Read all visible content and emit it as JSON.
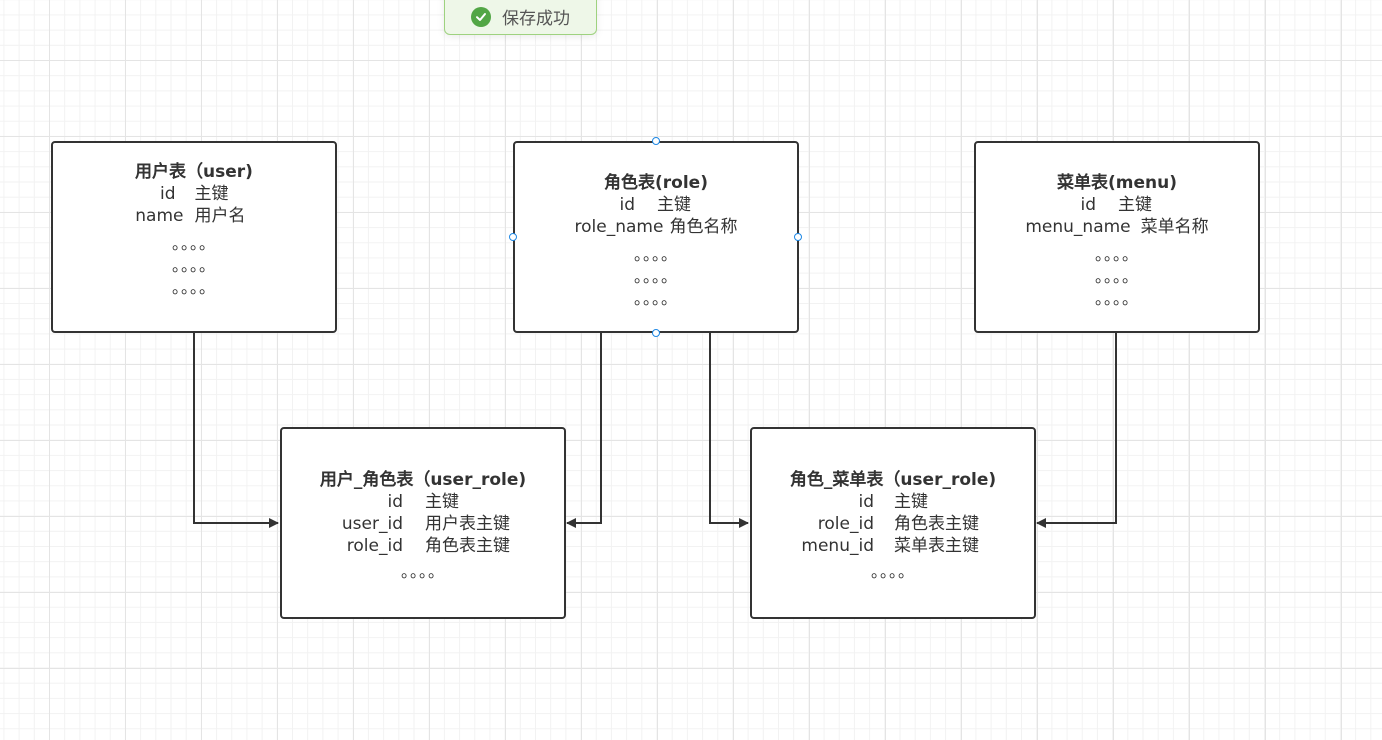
{
  "toast": {
    "message": "保存成功",
    "icon": "check-circle-icon",
    "color": "#52a645"
  },
  "entities": {
    "user": {
      "title": "用户表（user)",
      "rows": [
        {
          "field": "id",
          "desc": "主键"
        },
        {
          "field": "name",
          "desc": "用户名"
        }
      ],
      "ellipses": [
        "。。。。",
        "。。。。",
        "。。。。"
      ]
    },
    "role": {
      "title": "角色表(role)",
      "rows": [
        {
          "field": "id",
          "desc": "主键"
        },
        {
          "field": "role_name",
          "desc": "角色名称"
        }
      ],
      "ellipses": [
        "。。。。",
        "。。。。",
        "。。。。"
      ]
    },
    "menu": {
      "title": "菜单表(menu)",
      "rows": [
        {
          "field": "id",
          "desc": "主键"
        },
        {
          "field": "menu_name",
          "desc": "菜单名称"
        }
      ],
      "ellipses": [
        "。。。。",
        "。。。。",
        "。。。。"
      ]
    },
    "user_role": {
      "title": "用户_角色表（user_role)",
      "rows": [
        {
          "field": "id",
          "desc": "主键"
        },
        {
          "field": "user_id",
          "desc": "用户表主键"
        },
        {
          "field": "role_id",
          "desc": "角色表主键"
        }
      ],
      "ellipses": [
        "。。。。"
      ]
    },
    "role_menu": {
      "title": "角色_菜单表（user_role)",
      "rows": [
        {
          "field": "id",
          "desc": "主键"
        },
        {
          "field": "role_id",
          "desc": "角色表主键"
        },
        {
          "field": "menu_id",
          "desc": "菜单表主键"
        }
      ],
      "ellipses": [
        "。。。。"
      ]
    }
  },
  "connections": [
    {
      "from": "user",
      "to": "user_role"
    },
    {
      "from": "role",
      "to": "user_role"
    },
    {
      "from": "role",
      "to": "role_menu"
    },
    {
      "from": "menu",
      "to": "role_menu"
    }
  ],
  "selected_entity": "role"
}
